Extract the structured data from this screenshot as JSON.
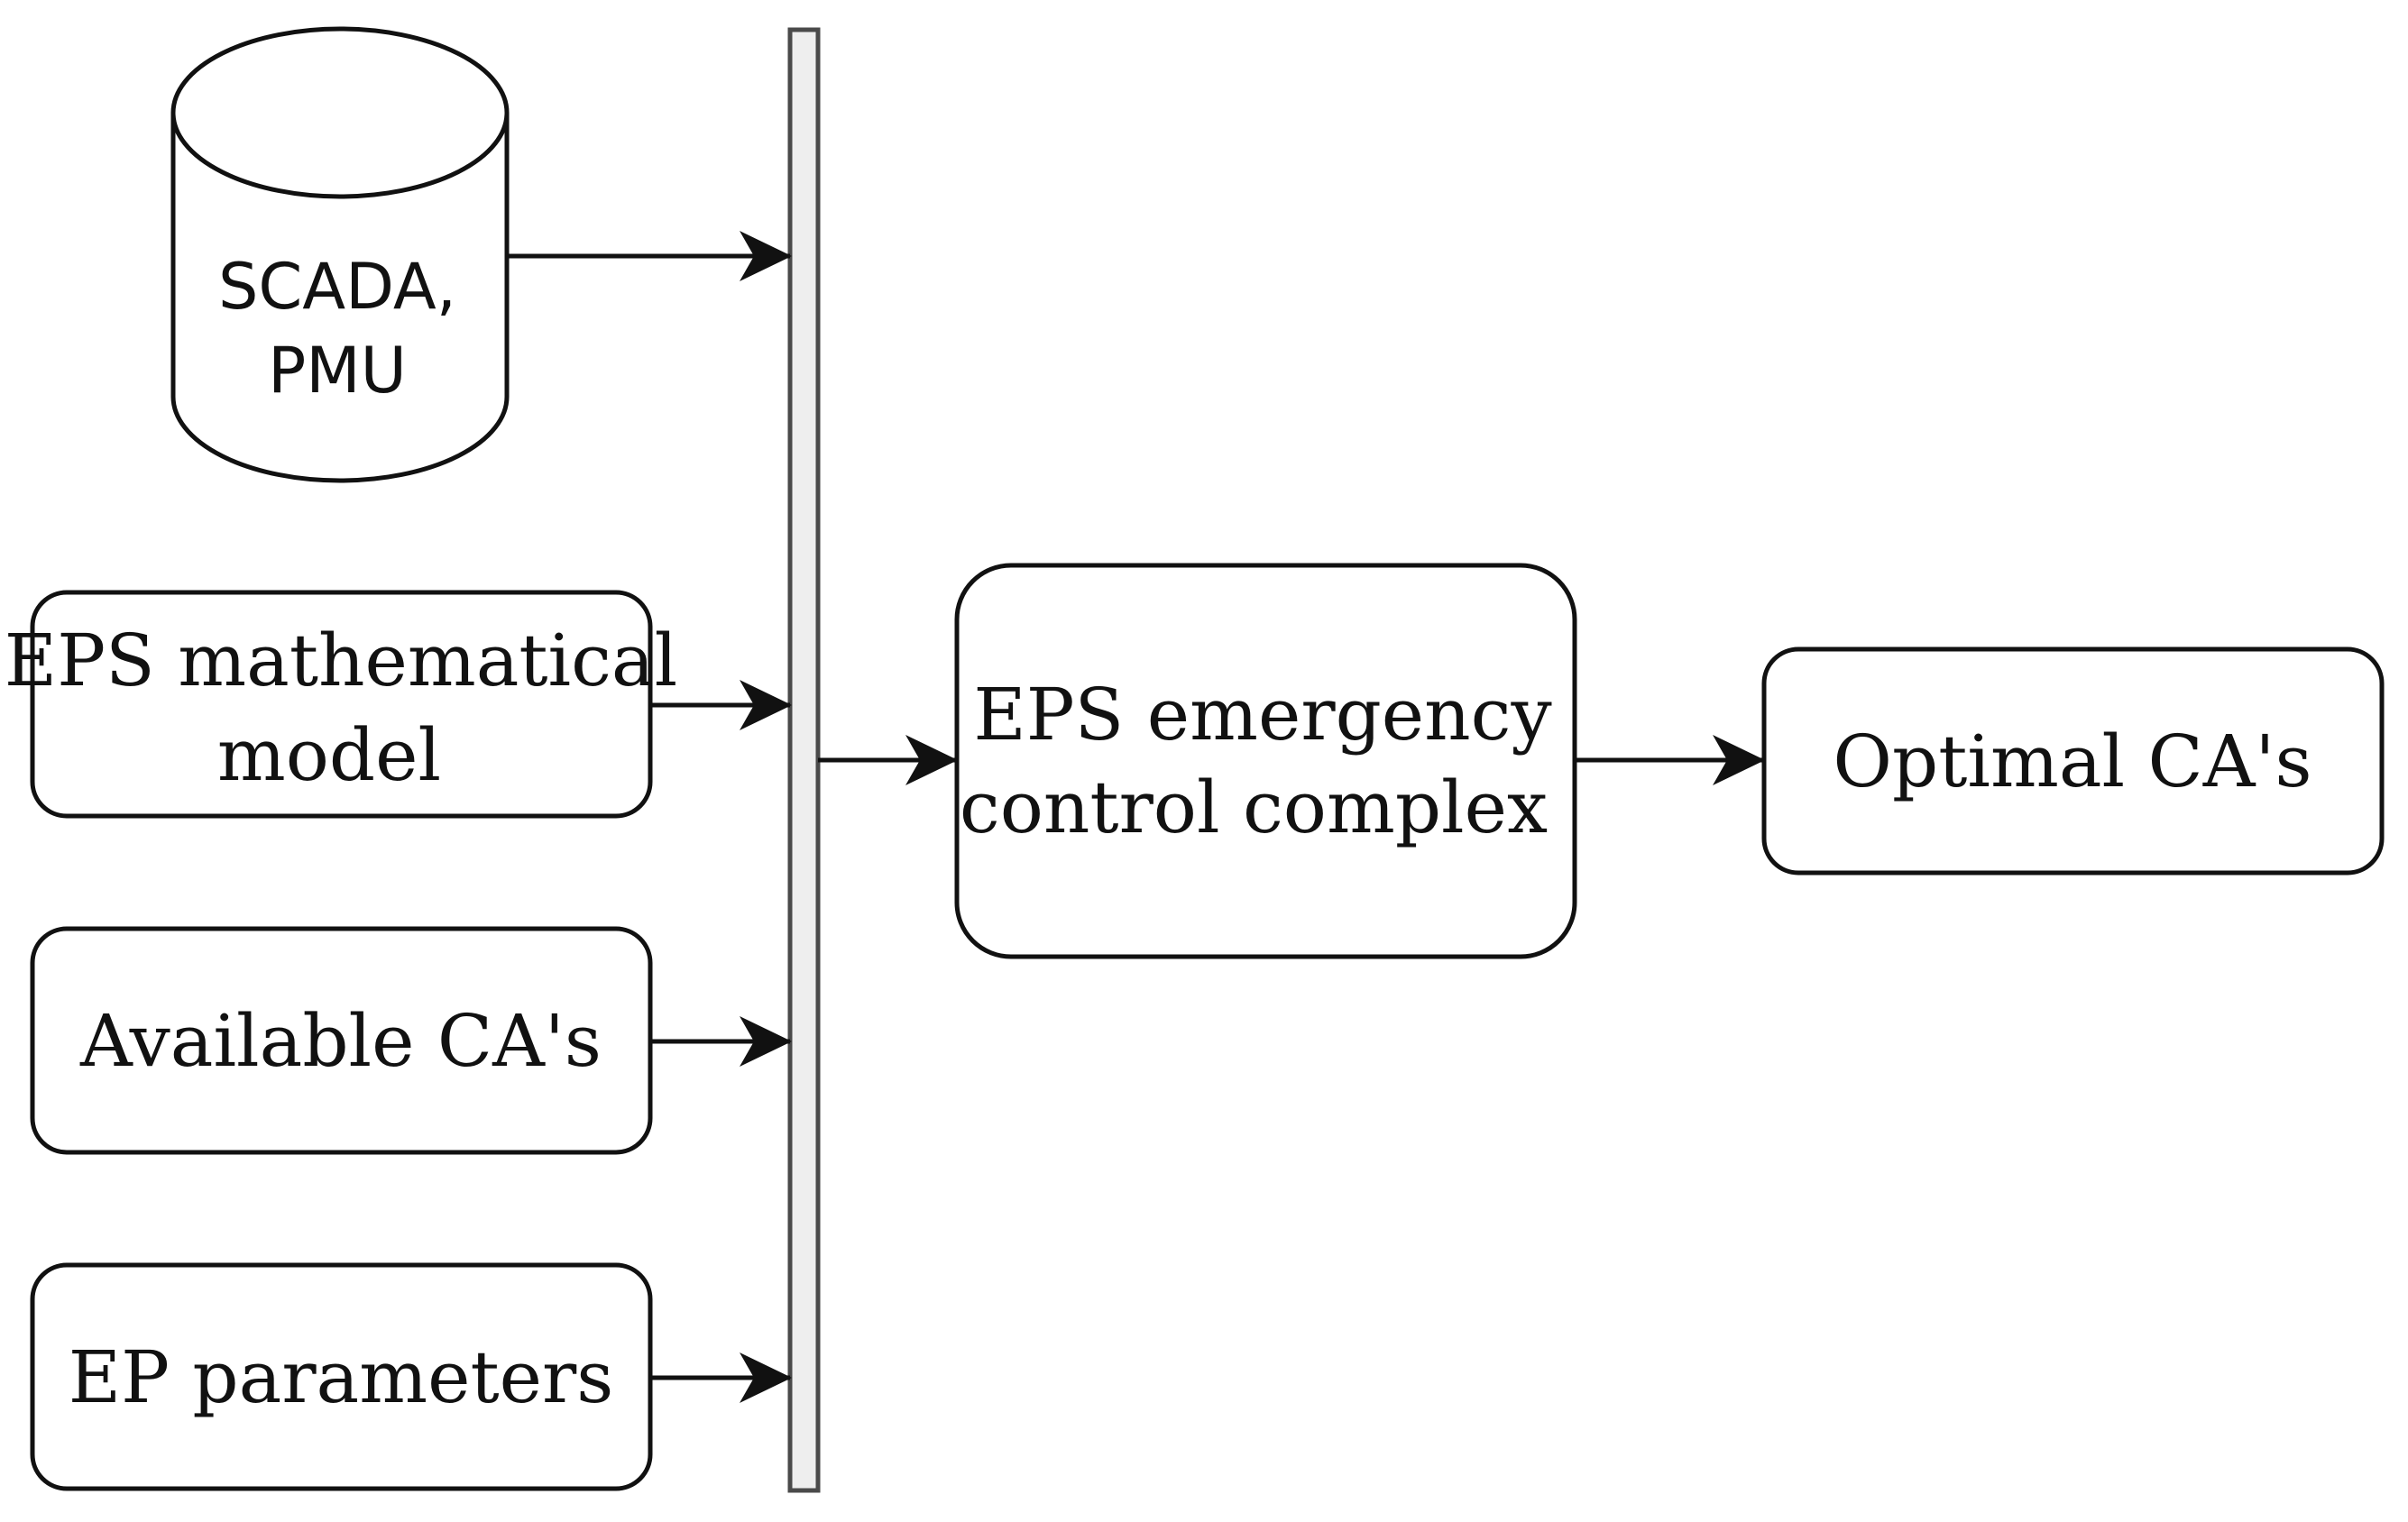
{
  "diagram": {
    "sources": {
      "database": {
        "line1": "SCADA,",
        "line2": "PMU"
      },
      "model": {
        "line1": "EPS mathematical",
        "line2": "model"
      },
      "available": {
        "label": "Available CA's"
      },
      "parameters": {
        "label": "EP parameters"
      }
    },
    "complex": {
      "line1": "EPS emergency",
      "line2": "control complex"
    },
    "output": {
      "label": "Optimal CA's"
    }
  },
  "colors": {
    "stroke": "#111111",
    "bus_fill": "#eeeeee",
    "bus_stroke": "#4a4a4a",
    "background": "#ffffff"
  }
}
